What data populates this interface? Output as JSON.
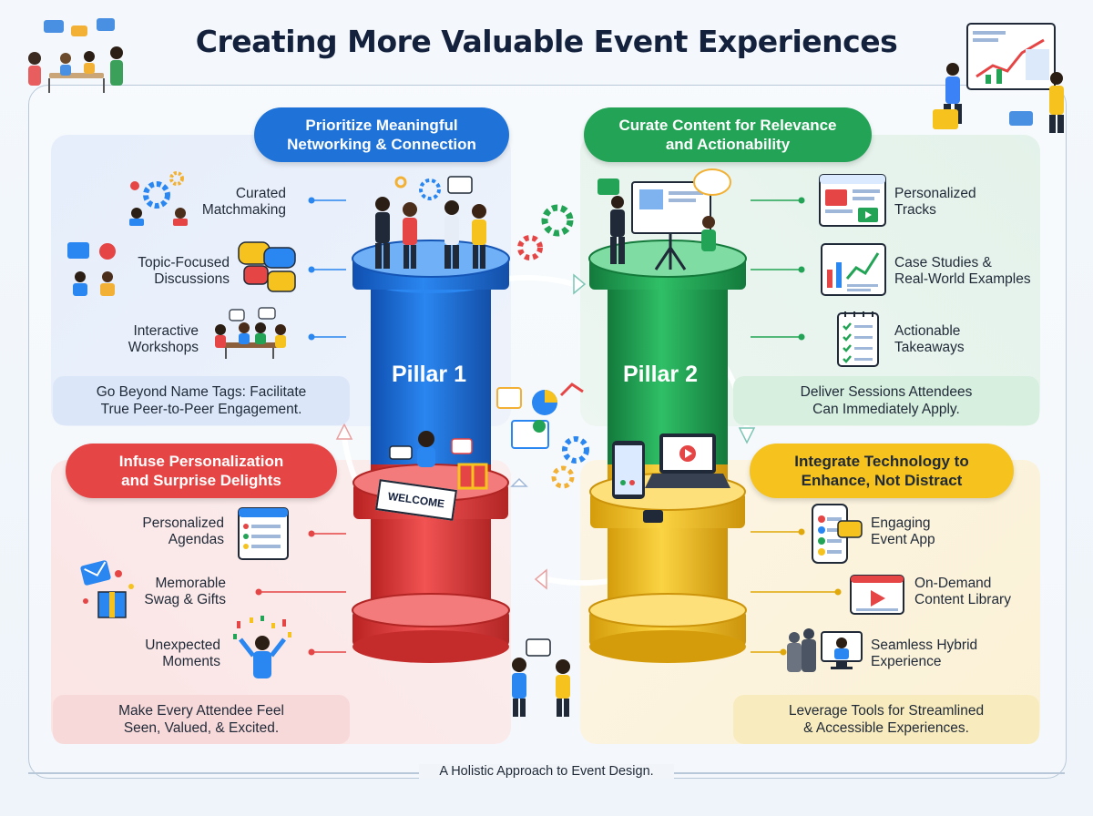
{
  "title": "Creating More Valuable Event Experiences",
  "colors": {
    "blue": "#1f73d8",
    "green": "#22a355",
    "red": "#e64545",
    "yellow": "#f6c21e",
    "navy": "#14213d"
  },
  "quadrants": {
    "networking": {
      "heading": "Prioritize Meaningful\nNetworking & Connection",
      "items": [
        {
          "label": "Curated\nMatchmaking",
          "icon": "matchmaking-gears-icon"
        },
        {
          "label": "Topic-Focused\nDiscussions",
          "icon": "chat-bubbles-icon"
        },
        {
          "label": "Interactive\nWorkshops",
          "icon": "workshop-table-icon"
        }
      ],
      "banner": "Go Beyond Name Tags: Facilitate\nTrue Peer-to-Peer Engagement."
    },
    "content": {
      "heading": "Curate Content for Relevance\nand Actionability",
      "items": [
        {
          "label": "Personalized\nTracks",
          "icon": "browser-tracks-icon"
        },
        {
          "label": "Case Studies &\nReal-World Examples",
          "icon": "chart-board-icon"
        },
        {
          "label": "Actionable\nTakeaways",
          "icon": "checklist-icon"
        }
      ],
      "banner": "Deliver Sessions Attendees\nCan Immediately Apply."
    },
    "personalization": {
      "heading": "Infuse Personalization\nand Surprise Delights",
      "items": [
        {
          "label": "Personalized\nAgendas",
          "icon": "agenda-list-icon"
        },
        {
          "label": "Memorable\nSwag & Gifts",
          "icon": "gift-box-icon"
        },
        {
          "label": "Unexpected\nMoments",
          "icon": "celebration-icon"
        }
      ],
      "banner": "Make Every Attendee Feel\nSeen, Valued, & Excited."
    },
    "technology": {
      "heading": "Integrate Technology to\nEnhance, Not Distract",
      "items": [
        {
          "label": "Engaging\nEvent App",
          "icon": "phone-app-icon"
        },
        {
          "label": "On-Demand\nContent Library",
          "icon": "video-play-icon"
        },
        {
          "label": "Seamless Hybrid\nExperience",
          "icon": "hybrid-screen-icon"
        }
      ],
      "banner": "Leverage Tools for Streamlined\n& Accessible Experiences."
    }
  },
  "pillars": {
    "pillar1": "Pillar 1",
    "pillar2": "Pillar 2",
    "welcome_sign": "WELCOME"
  },
  "footer": "A Holistic Approach to Event Design."
}
